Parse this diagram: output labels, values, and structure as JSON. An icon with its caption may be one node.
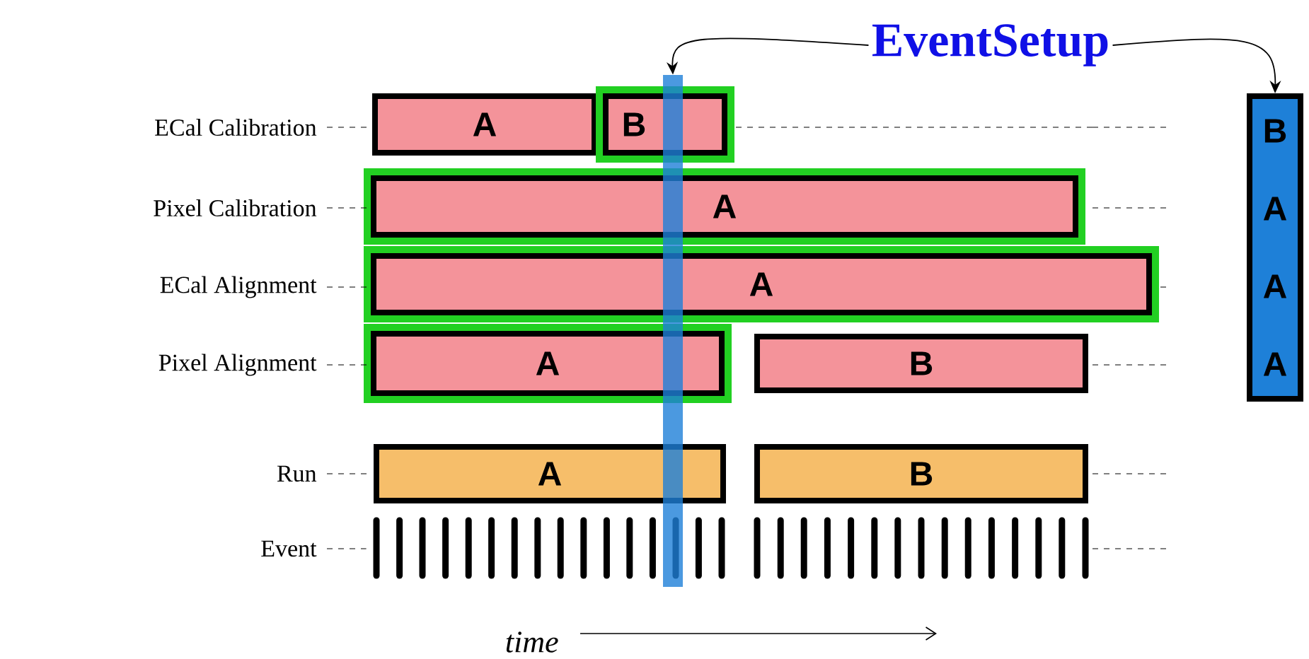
{
  "diagram": {
    "nodes": [
      {
        "text": [
          "EventSetup"
        ]
      },
      {
        "text": [
          "A"
        ]
      },
      {
        "text": [
          "B"
        ]
      },
      {
        "text": [
          "A"
        ]
      },
      {
        "text": [
          "A"
        ]
      },
      {
        "text": [
          "A"
        ]
      },
      {
        "text": [
          "B"
        ]
      },
      {
        "text": [
          "A"
        ]
      },
      {
        "text": [
          "B"
        ]
      },
      {
        "text": [
          "B",
          "A",
          "A",
          "A"
        ]
      },
      {
        "text": [],
        "shape": "bar"
      },
      {
        "text": [
          "ECal Calibration"
        ]
      },
      {
        "text": [
          "Pixel Calibration"
        ]
      },
      {
        "text": [
          "ECal Alignment"
        ]
      },
      {
        "text": [
          "Pixel Alignment"
        ]
      },
      {
        "text": [
          "Run"
        ]
      },
      {
        "text": [
          "Event"
        ]
      },
      {
        "text": [],
        "shape": "picture"
      }
    ],
    "edges": [
      {
        "from": 0,
        "to": 10,
        "arrow": "to"
      },
      {
        "from": 0,
        "to": 9,
        "arrow": "to"
      },
      {
        "from": 11,
        "to": 1,
        "arrow": "none",
        "style": "dashed"
      },
      {
        "from": 12,
        "to": 3,
        "arrow": "none",
        "style": "dashed"
      },
      {
        "from": 13,
        "to": 4,
        "arrow": "none",
        "style": "dashed"
      },
      {
        "from": 14,
        "to": 5,
        "arrow": "none",
        "style": "dashed"
      },
      {
        "from": 15,
        "to": 7,
        "arrow": "none",
        "style": "dashed"
      },
      {
        "from": 16,
        "to": 17,
        "arrow": "none",
        "style": "dashed"
      }
    ],
    "labels": [
      "time"
    ]
  }
}
